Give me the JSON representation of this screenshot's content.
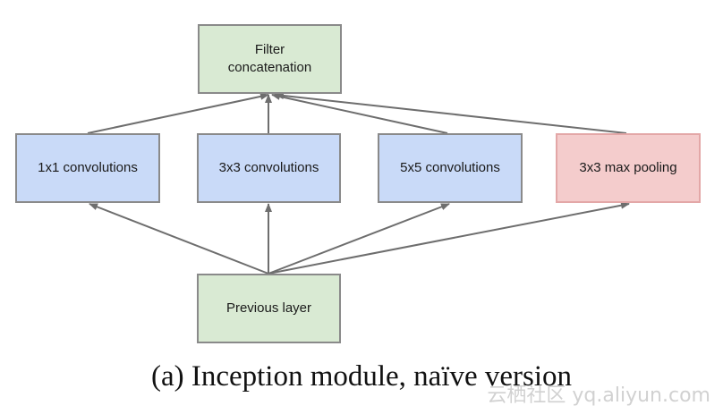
{
  "nodes": {
    "filter_concat": "Filter\nconcatenation",
    "conv1x1": "1x1 convolutions",
    "conv3x3": "3x3 convolutions",
    "conv5x5": "5x5 convolutions",
    "maxpool": "3x3 max pooling",
    "previous_layer": "Previous layer"
  },
  "edges": [
    {
      "from": "previous_layer",
      "to": "conv1x1"
    },
    {
      "from": "previous_layer",
      "to": "conv3x3"
    },
    {
      "from": "previous_layer",
      "to": "conv5x5"
    },
    {
      "from": "previous_layer",
      "to": "maxpool"
    },
    {
      "from": "conv1x1",
      "to": "filter_concat"
    },
    {
      "from": "conv3x3",
      "to": "filter_concat"
    },
    {
      "from": "conv5x5",
      "to": "filter_concat"
    },
    {
      "from": "maxpool",
      "to": "filter_concat"
    }
  ],
  "caption": "(a)  Inception module, naïve version",
  "watermark": "云栖社区 yq.aliyun.com",
  "colors": {
    "green_fill": "#d9ead3",
    "blue_fill": "#c9daf8",
    "red_fill": "#f4cccc",
    "edge": "#6e6e6e"
  }
}
